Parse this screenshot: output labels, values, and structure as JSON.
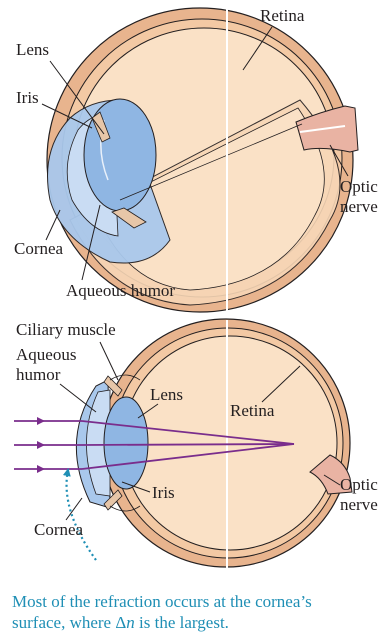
{
  "top_diagram": {
    "labels": {
      "retina": "Retina",
      "lens": "Lens",
      "iris": "Iris",
      "optic_nerve_line1": "Optic",
      "optic_nerve_line2": "nerve",
      "cornea": "Cornea",
      "aqueous_humor": "Aqueous humor"
    }
  },
  "bottom_diagram": {
    "labels": {
      "ciliary_muscle": "Ciliary muscle",
      "aqueous_line1": "Aqueous",
      "aqueous_line2": "humor",
      "lens": "Lens",
      "retina": "Retina",
      "iris": "Iris",
      "optic_nerve_line1": "Optic",
      "optic_nerve_line2": "nerve",
      "cornea": "Cornea"
    }
  },
  "caption": {
    "line1": "Most of the refraction occurs at the cornea’s",
    "line2_prefix": "surface, where Δ",
    "line2_italic": "n",
    "line2_suffix": " is the largest."
  },
  "colors": {
    "sclera": "#e8b48e",
    "interior": "#fae1c6",
    "blue": "#a9c8ec",
    "ray": "#7a2d8c",
    "caption": "#1f8fb5",
    "nerve": "#e9b3a3"
  }
}
